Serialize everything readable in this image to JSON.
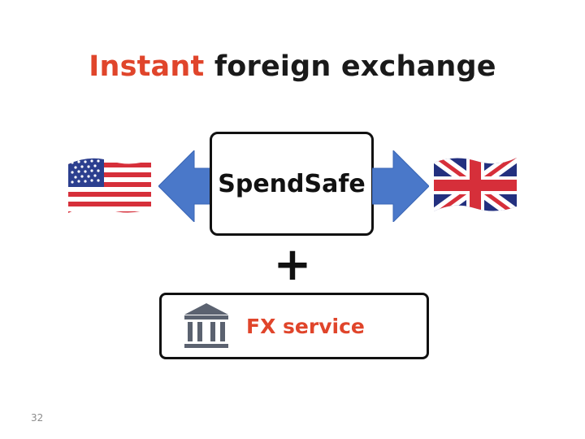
{
  "slide": {
    "title_accent": "Instant",
    "title_rest": "foreign exchange",
    "center_box_label": "SpendSafe",
    "plus_sign": "+",
    "service_box_label": "FX service",
    "slide_number": "32"
  },
  "icons": {
    "left_flag": "us-flag-icon",
    "right_flag": "uk-flag-icon",
    "service_icon": "bank-icon"
  },
  "colors": {
    "accent": "#e0452b",
    "arrow_fill": "#4a78c9",
    "box_border": "#111111",
    "bank_icon": "#5b6270"
  }
}
